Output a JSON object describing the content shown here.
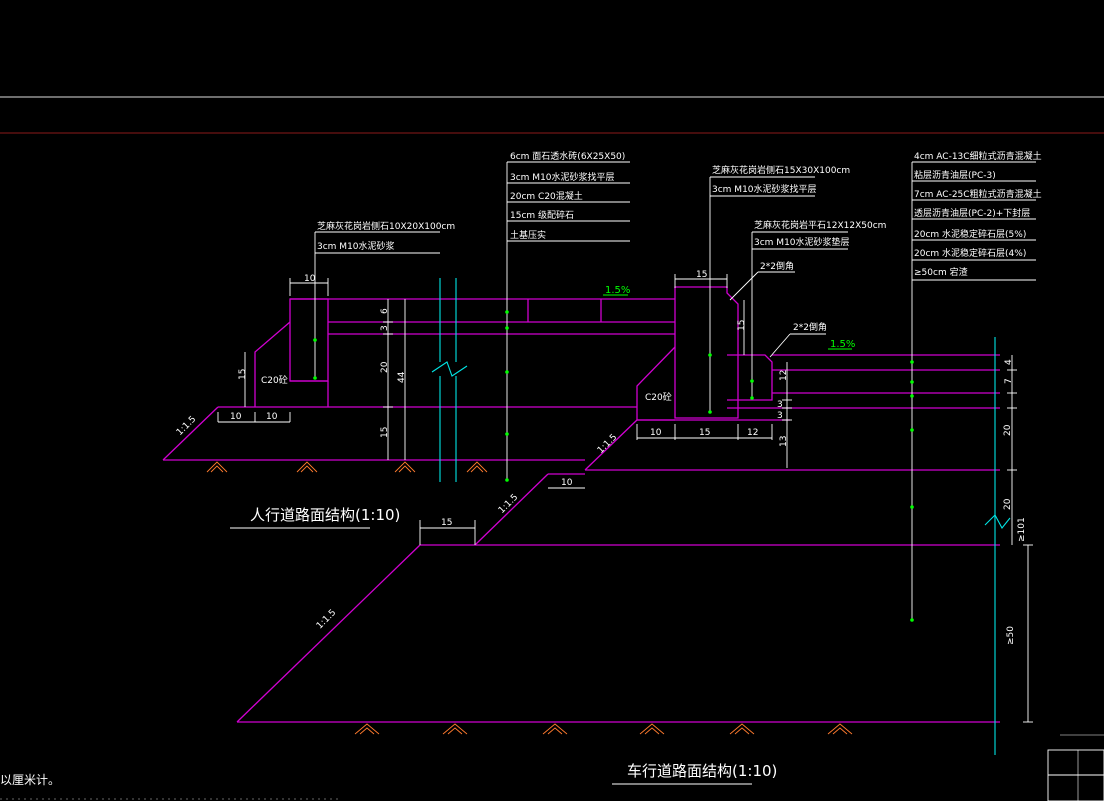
{
  "colors": {
    "background": "#000000",
    "structure": "#d000d0",
    "annotation": "#ffffff",
    "slope_text": "#00ff00",
    "break_line": "#00e5e5",
    "soil_hatch": "#ff7b2e",
    "border_line": "#8b1a1a"
  },
  "sidewalk": {
    "title": "人行道路面结构(1:10)",
    "curb_callout": [
      "芝麻灰花岗岩侧石10X20X100cm",
      "3cm M10水泥砂浆"
    ],
    "pavement_callout": [
      "6cm 面石透水砖(6X25X50)",
      "3cm M10水泥砂浆找平层",
      "20cm C20混凝土",
      "15cm 级配碎石",
      "土基压实"
    ],
    "cross_slope": "1.5%",
    "backfill_label": "C20砼",
    "side_slope": "1:1.5",
    "dims": {
      "curb_width": "10",
      "backfill_height": "15",
      "base_w1": "10",
      "base_w2": "10",
      "layers": [
        "6",
        "3",
        "20",
        "15"
      ],
      "total": "44"
    }
  },
  "roadway": {
    "title": "车行道路面结构(1:10)",
    "curb_callout": [
      "芝麻灰花岗岩侧石15X30X100cm",
      "3cm M10水泥砂浆找平层"
    ],
    "flat_curb_callout": [
      "芝麻灰花岗岩平石12X12X50cm",
      "3cm M10水泥砂浆垫层"
    ],
    "chamfer_1": "2*2倒角",
    "chamfer_2": "2*2倒角",
    "cross_slope": "1.5%",
    "backfill_label": "C20砼",
    "pavement_callout": [
      "4cm AC-13C细粒式沥青混凝土",
      "粘层沥青油层(PC-3)",
      "7cm AC-25C粗粒式沥青混凝土",
      "透层沥青油层(PC-2)+下封层",
      "20cm 水泥稳定碎石层(5%)",
      "20cm 水泥稳定碎石层(4%)",
      "≥50cm 宕渣"
    ],
    "side_slope_1": "1:1.5",
    "side_slope_2": "1:1.5",
    "side_slope_3": "1:1.5",
    "dims": {
      "curb_width": "15",
      "curb_height": "15",
      "flat_height": "12",
      "mortar_1": "3",
      "mortar_2": "3",
      "base_13": "13",
      "w10": "10",
      "w15": "15",
      "w12": "12",
      "step1": "10",
      "step2": "15",
      "right_layers": [
        "4",
        "7",
        "20",
        "20",
        "≥101",
        "≥50"
      ]
    }
  },
  "notes": {
    "line1": "以厘米计。"
  }
}
